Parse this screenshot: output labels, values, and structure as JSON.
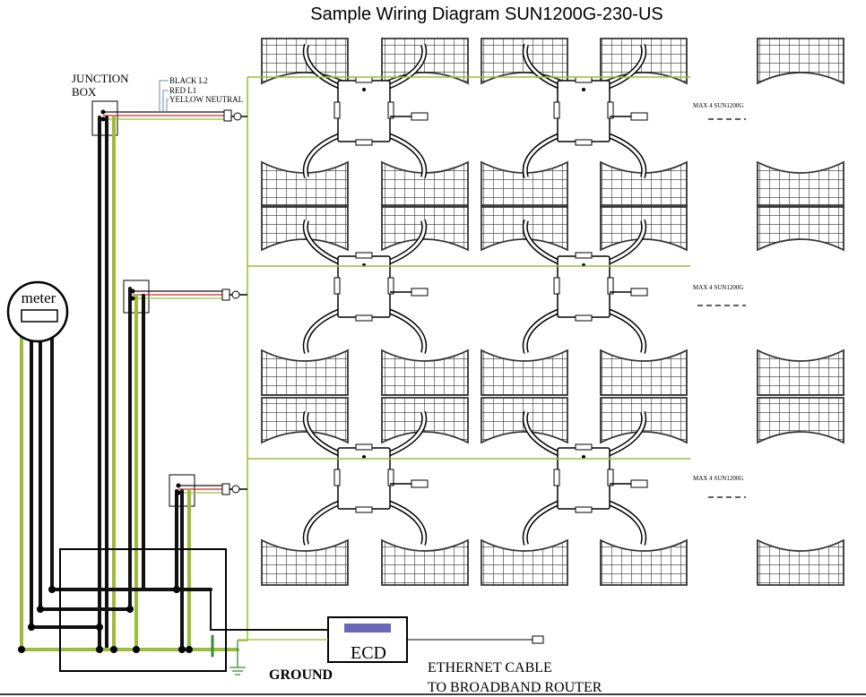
{
  "title": "Sample Wiring Diagram SUN1200G-230-US",
  "junction_box_label_line1": "JUNCTION",
  "junction_box_label_line2": "BOX",
  "wire_labels": [
    "BLACK L2",
    "RED L1",
    "YELLOW NEUTRAL"
  ],
  "meter_label": "meter",
  "max_label": "MAX 4 SUN1200G",
  "ecd_label": "ECD",
  "ground_label": "GROUND",
  "ethernet_line1": "ETHERNET CABLE",
  "ethernet_line2": "TO BROADBAND ROUTER",
  "colors": {
    "black": "#111111",
    "red": "#d02a2a",
    "yellow_green": "#9bbd3a",
    "panel": "#333333",
    "ecd_display": "#6a66b8"
  }
}
